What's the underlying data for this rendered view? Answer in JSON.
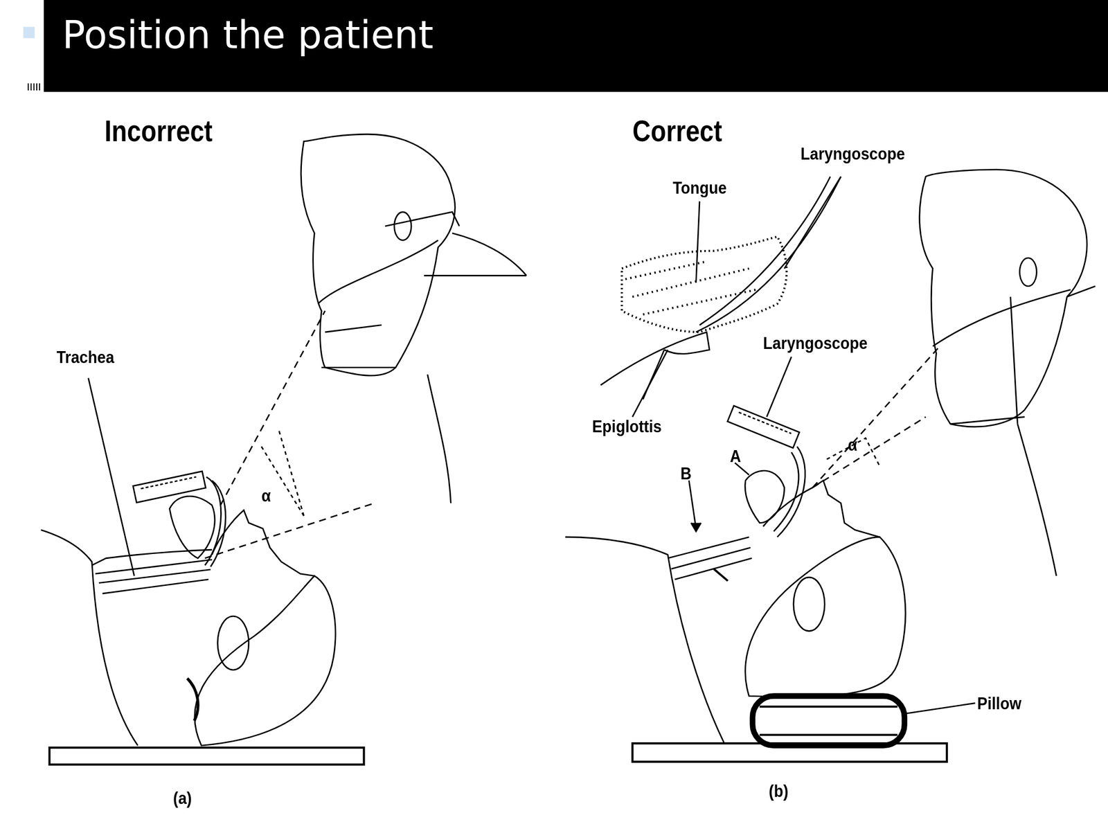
{
  "diagram": {
    "title": "Position the patient",
    "labels": [
      "Incorrect",
      "Correct",
      "Trachea",
      "Laryngoscope",
      "Tongue",
      "Laryngoscope",
      "Epiglottis",
      "A",
      "B",
      "Pillow",
      "(a)",
      "(b)",
      "α",
      "α"
    ]
  }
}
